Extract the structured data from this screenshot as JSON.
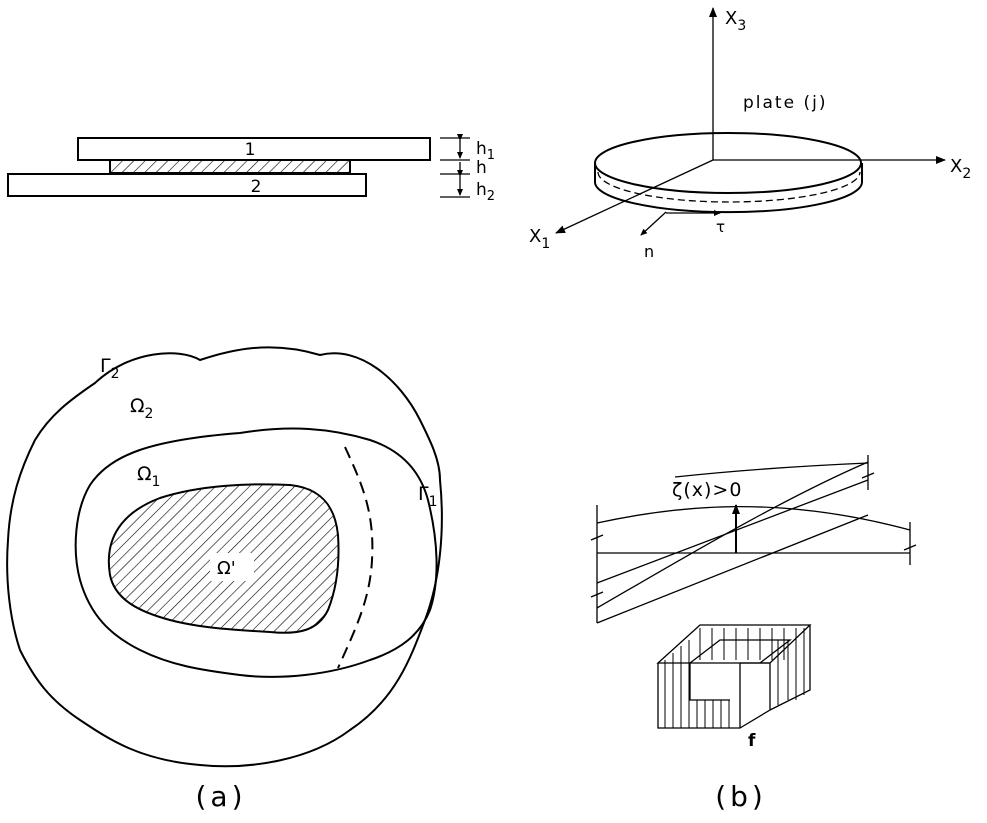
{
  "stack": {
    "layer1_label": "1",
    "layer2_label": "2",
    "h1": "h",
    "h1_sub": "1",
    "h": "h",
    "h2": "h",
    "h2_sub": "2"
  },
  "plate": {
    "title": "plate (j)",
    "x1": "X",
    "x1_sub": "1",
    "x2": "X",
    "x2_sub": "2",
    "x3": "X",
    "x3_sub": "3",
    "normal": "n",
    "tangent": "τ"
  },
  "domains": {
    "gamma2": "Γ",
    "gamma2_sub": "2",
    "omega2": "Ω",
    "omega2_sub": "2",
    "omega1": "Ω",
    "omega1_sub": "1",
    "gamma1": "Γ",
    "gamma1_sub": "1",
    "omega_prime": "Ω'"
  },
  "gap": {
    "condition": "ζ(x)>0",
    "force": "f"
  },
  "captions": {
    "a": "(a)",
    "b": "(b)"
  }
}
